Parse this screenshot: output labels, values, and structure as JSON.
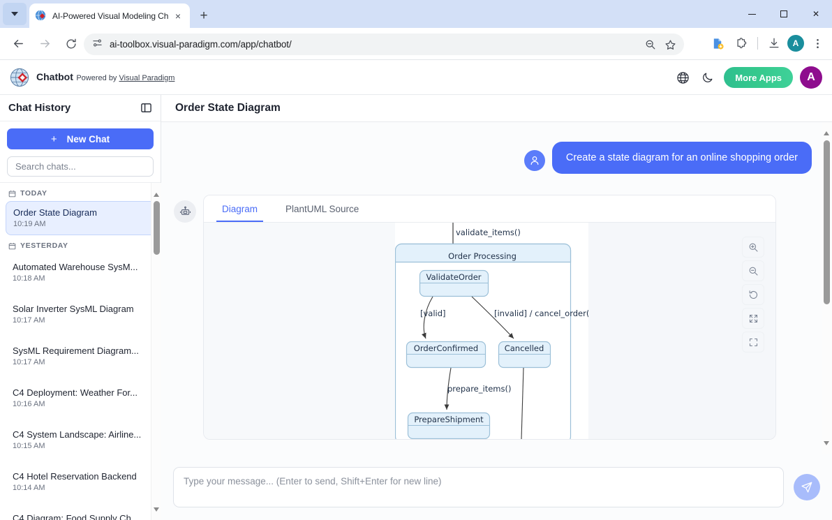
{
  "browser": {
    "tab": {
      "title": "AI-Powered Visual Modeling Ch",
      "favicon": "globe-diamond-icon",
      "close": "×"
    },
    "new_tab_label": "+",
    "url": "ai-toolbox.visual-paradigm.com/app/chatbot/",
    "window_controls": {
      "minimize": "minimize-icon",
      "maximize": "maximize-icon",
      "close": "×"
    },
    "profile_initial": "A"
  },
  "header": {
    "title": "Chatbot",
    "subtitle_prefix": "Powered by ",
    "subtitle_link": "Visual Paradigm",
    "more_apps_label": "More Apps",
    "avatar_initial": "A",
    "icons": [
      "language-globe-icon",
      "dark-mode-moon-icon"
    ]
  },
  "sidebar": {
    "heading": "Chat History",
    "collapse_icon": "panel-toggle-icon",
    "new_chat_label": "New Chat",
    "new_chat_plus": "+",
    "search_placeholder": "Search chats...",
    "groups": [
      {
        "label": "TODAY",
        "items": [
          {
            "title": "Order State Diagram",
            "time": "10:19 AM",
            "active": true
          }
        ]
      },
      {
        "label": "YESTERDAY",
        "items": [
          {
            "title": "Automated Warehouse SysM...",
            "time": "10:18 AM",
            "active": false
          },
          {
            "title": "Solar Inverter SysML Diagram",
            "time": "10:17 AM",
            "active": false
          },
          {
            "title": "SysML Requirement Diagram...",
            "time": "10:17 AM",
            "active": false
          },
          {
            "title": "C4 Deployment: Weather For...",
            "time": "10:16 AM",
            "active": false
          },
          {
            "title": "C4 System Landscape: Airline...",
            "time": "10:15 AM",
            "active": false
          },
          {
            "title": "C4 Hotel Reservation Backend",
            "time": "10:14 AM",
            "active": false
          },
          {
            "title": "C4 Diagram: Food Supply Ch...",
            "time": "",
            "active": false
          }
        ]
      }
    ]
  },
  "main": {
    "title": "Order State Diagram",
    "user_message": "Create a state diagram for an online shopping order",
    "user_avatar_icon": "person-icon",
    "bot_avatar_icon": "robot-icon",
    "tabs": [
      {
        "label": "Diagram",
        "active": true
      },
      {
        "label": "PlantUML Source",
        "active": false
      }
    ],
    "diagram_tools": [
      {
        "name": "zoom-in-icon",
        "title": "Zoom in"
      },
      {
        "name": "zoom-out-icon",
        "title": "Zoom out"
      },
      {
        "name": "reset-rotate-icon",
        "title": "Reset"
      },
      {
        "name": "fit-screen-icon",
        "title": "Fit to screen"
      },
      {
        "name": "fullscreen-icon",
        "title": "Fullscreen"
      }
    ]
  },
  "diagram": {
    "type": "state-diagram",
    "composite_state": "Order Processing",
    "states": [
      "ValidateOrder",
      "OrderConfirmed",
      "Cancelled",
      "PrepareShipment"
    ],
    "transitions": [
      {
        "from": "(start)",
        "to": "ValidateOrder",
        "label": "validate_items()"
      },
      {
        "from": "ValidateOrder",
        "to": "OrderConfirmed",
        "label": "[valid]"
      },
      {
        "from": "ValidateOrder",
        "to": "Cancelled",
        "label": "[invalid] / cancel_order()"
      },
      {
        "from": "OrderConfirmed",
        "to": "PrepareShipment",
        "label": "prepare_items()"
      }
    ]
  },
  "composer": {
    "placeholder": "Type your message... (Enter to send, Shift+Enter for new line)",
    "value": "",
    "send_icon": "send-paper-plane-icon"
  }
}
